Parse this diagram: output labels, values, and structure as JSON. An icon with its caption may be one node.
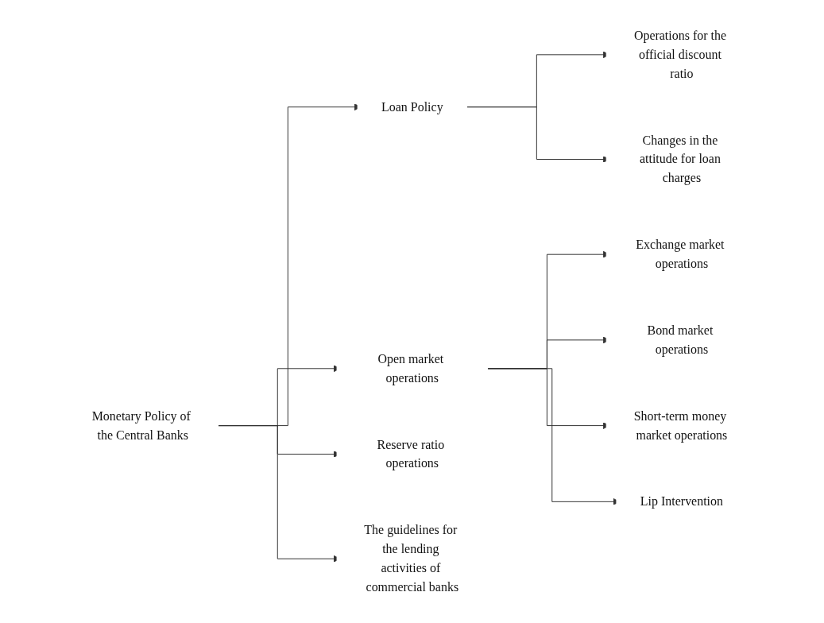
{
  "diagram": {
    "nodes": [
      {
        "text": [
          "Monetary Policy of the Central Banks"
        ]
      },
      {
        "text": [
          "Loan Policy"
        ]
      },
      {
        "text": [
          "Operations for the official discount ratio"
        ]
      },
      {
        "text": [
          "Changes in the attitude for loan charges"
        ]
      },
      {
        "text": [
          "Open market operations"
        ]
      },
      {
        "text": [
          "Exchange market operations"
        ]
      },
      {
        "text": [
          "Bond market operations"
        ]
      },
      {
        "text": [
          "Short-term money market operations"
        ]
      },
      {
        "text": [
          "Lip Intervention"
        ]
      },
      {
        "text": [
          "Reserve ratio operations"
        ]
      },
      {
        "text": [
          "The guidelines for the lending activities of commercial banks"
        ]
      }
    ],
    "edges": [
      {
        "from": 0,
        "to": 1,
        "arrow": "to"
      },
      {
        "from": 1,
        "to": 2,
        "arrow": "to"
      },
      {
        "from": 1,
        "to": 3,
        "arrow": "to"
      },
      {
        "from": 0,
        "to": 4,
        "arrow": "to"
      },
      {
        "from": 4,
        "to": 5,
        "arrow": "to"
      },
      {
        "from": 4,
        "to": 6,
        "arrow": "to"
      },
      {
        "from": 4,
        "to": 7,
        "arrow": "to"
      },
      {
        "from": 4,
        "to": 8,
        "arrow": "to"
      },
      {
        "from": 0,
        "to": 9,
        "arrow": "to"
      },
      {
        "from": 0,
        "to": 10,
        "arrow": "to"
      }
    ]
  }
}
